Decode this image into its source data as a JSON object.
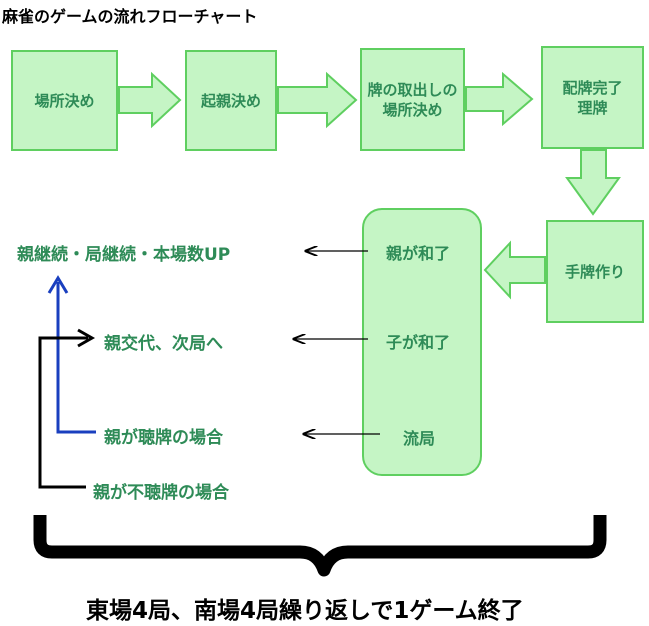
{
  "title": "麻雀のゲームの流れフローチャート",
  "steps": [
    {
      "lines": [
        "場所決め"
      ]
    },
    {
      "lines": [
        "起親決め"
      ]
    },
    {
      "lines": [
        "牌の取出しの",
        "場所決め"
      ]
    },
    {
      "lines": [
        "配牌完了",
        "理牌"
      ]
    },
    {
      "lines": [
        "手牌作り"
      ]
    }
  ],
  "outcomes": [
    "親が和了",
    "子が和了",
    "流局"
  ],
  "results": [
    "親継続・局継続・本場数UP",
    "親交代、次局へ",
    "親が聴牌の場合",
    "親が不聴牌の場合"
  ],
  "footer": "東場4局、南場4局繰り返しで1ゲーム終了",
  "colors": {
    "box_fill": "#c5f5c5",
    "box_border": "#5fcf60",
    "box_text": "#2e8b57",
    "blue_arrow": "#1a3fbf",
    "black_arrow": "#000000"
  }
}
